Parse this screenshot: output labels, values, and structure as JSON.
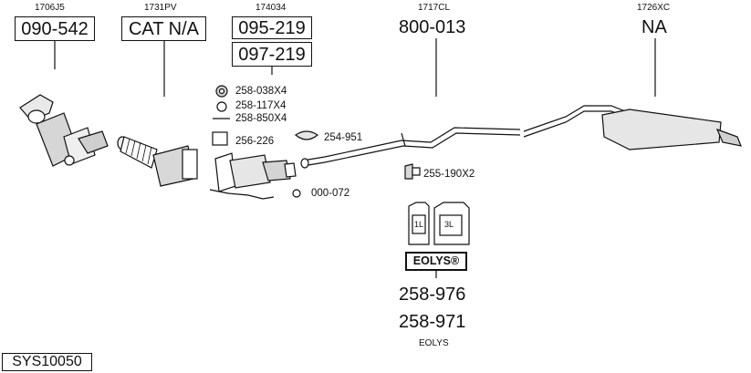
{
  "diagram": {
    "system_code": "SYS10050",
    "oem_refs": {
      "front_cat": "1706J5",
      "cat2": "1731PV",
      "dpf": "174034",
      "middle": "1717CL",
      "rear": "1726XC"
    },
    "parts": {
      "front_cat": "090-542",
      "cat2": "CAT N/A",
      "dpf_a": "095-219",
      "dpf_b": "097-219",
      "middle": "800-013",
      "rear": "NA",
      "eolys_a": "258-976",
      "eolys_b": "258-971"
    },
    "fittings": {
      "nut": "258-038X4",
      "ring": "258-117X4",
      "bolt": "258-850X4",
      "gasket": "256-226",
      "clamp": "254-951",
      "mount": "255-190X2",
      "sensor": "000-072"
    },
    "additive": {
      "brand": "EOLYS®",
      "label": "EOLYS",
      "can_small": "1L",
      "can_large": "3L"
    }
  }
}
